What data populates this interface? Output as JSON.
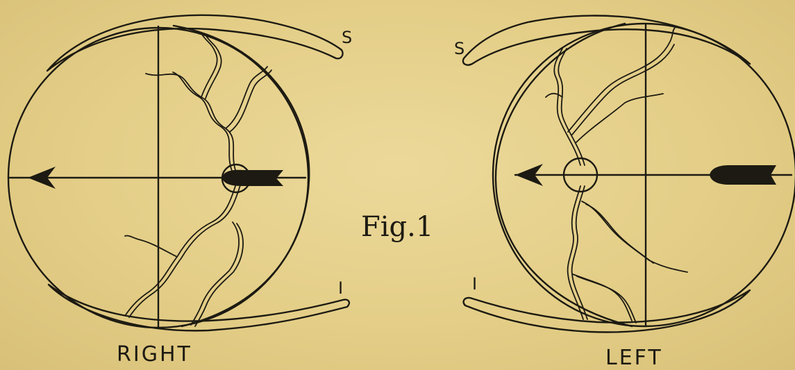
{
  "figure": {
    "title": "Fig.1",
    "right_eye": {
      "caption": "RIGHT",
      "superior_label": "S",
      "inferior_label": "I"
    },
    "left_eye": {
      "caption": "LEFT",
      "superior_label": "S",
      "inferior_label": "I"
    }
  }
}
